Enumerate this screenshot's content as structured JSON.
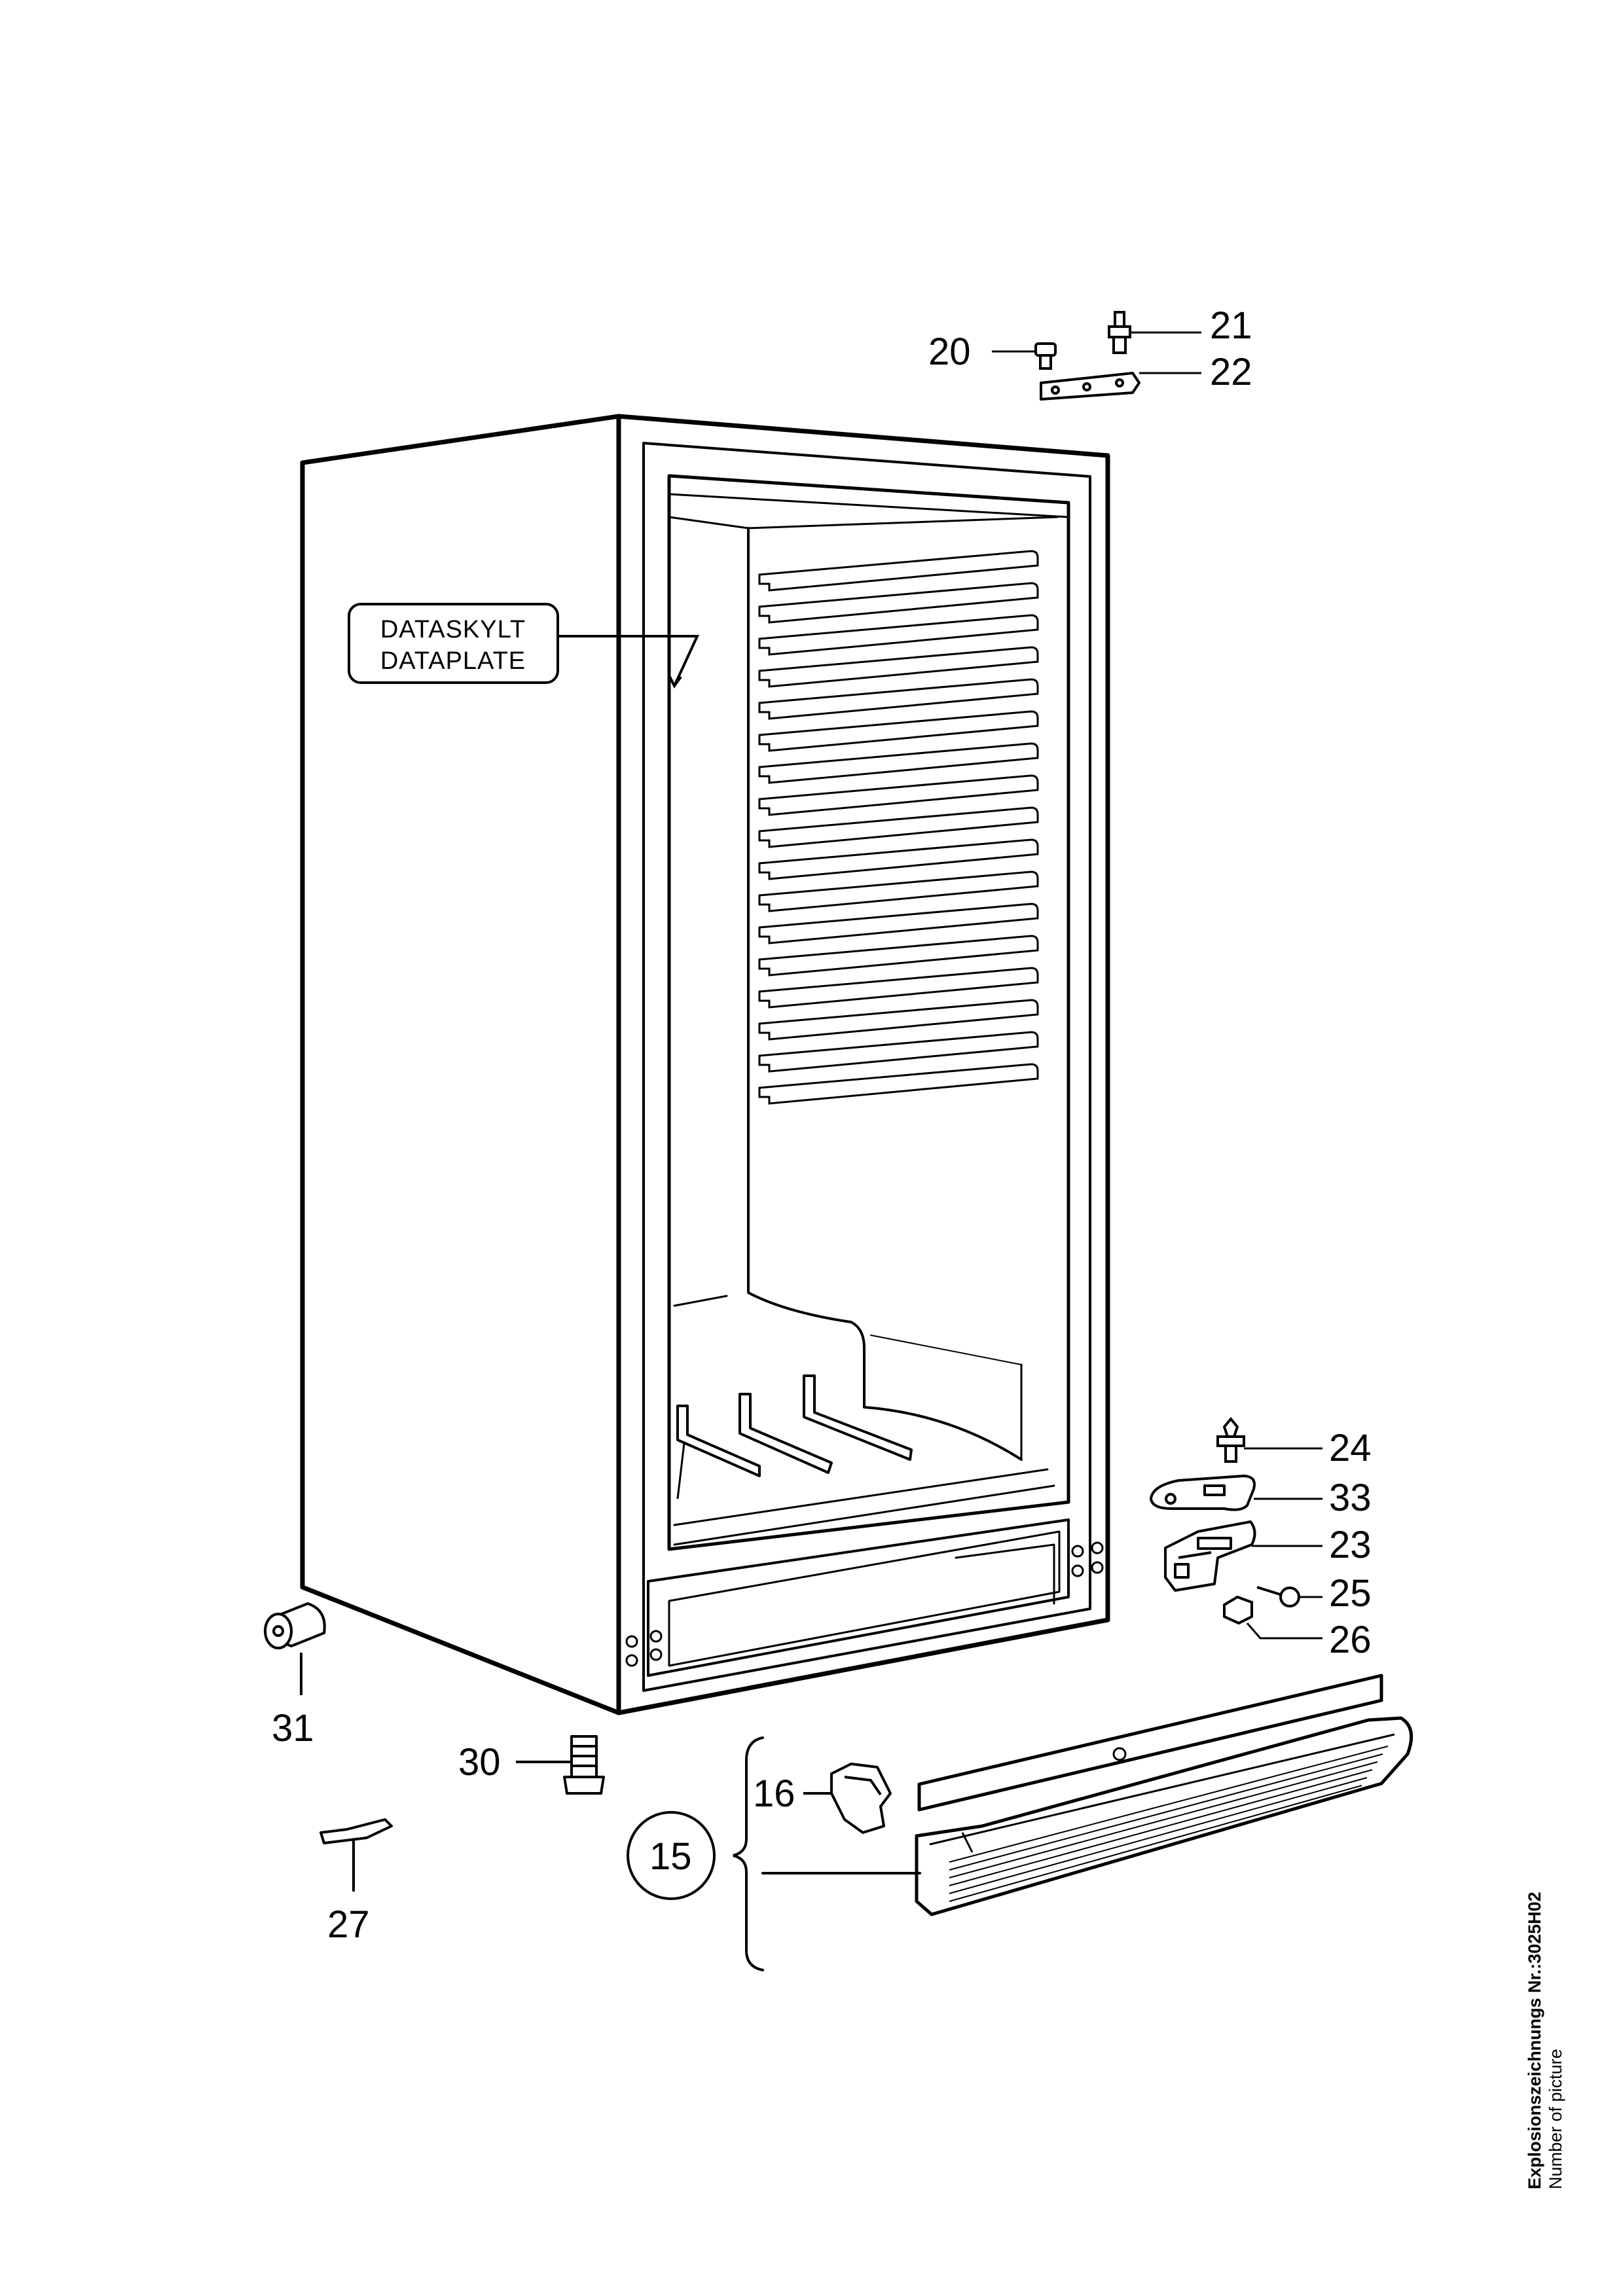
{
  "nameplate": {
    "line1": "DATASKYLT",
    "line2": "DATAPLATE"
  },
  "parts": {
    "p15": "15",
    "p16": "16",
    "p20": "20",
    "p21": "21",
    "p22": "22",
    "p23": "23",
    "p24": "24",
    "p25": "25",
    "p26": "26",
    "p27": "27",
    "p30": "30",
    "p31": "31",
    "p33": "33"
  },
  "caption": {
    "title": "Explosionszeichnungs Nr.:3025H02",
    "subtitle": "Number of picture"
  }
}
